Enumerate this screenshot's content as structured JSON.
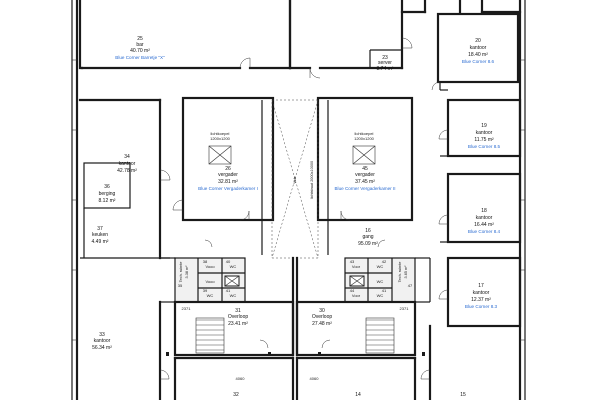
{
  "rooms": {
    "r25": {
      "num": "25",
      "name": "bar",
      "area": "40.70 m²",
      "label": "Blue Corner Barretje \"X\""
    },
    "r20": {
      "num": "20",
      "name": "kantoor",
      "area": "18.40 m²",
      "label": "Blue Corner 8.6"
    },
    "r23": {
      "num": "23",
      "name": "server",
      "area": "3.74 m²"
    },
    "r19": {
      "num": "19",
      "name": "kantoor",
      "area": "11.75 m²",
      "label": "Blue Corner 8.5"
    },
    "r34": {
      "num": "34",
      "name": "kantoor",
      "area": "42.78 m²"
    },
    "r26": {
      "num": "26",
      "name": "vergader",
      "area": "32.81 m²",
      "label": "Blue Corner Vergaderkamer I",
      "skylight": "lichtkoepel",
      "skylight_size": "1200x1200"
    },
    "r45": {
      "num": "45",
      "name": "vergader",
      "area": "37.45 m²",
      "label": "Blue Corner Vergaderkamer II",
      "skylight": "lichtkoepel",
      "skylight_size": "1200x1200"
    },
    "r36": {
      "num": "36",
      "name": "berging",
      "area": "8.12 m²"
    },
    "r18": {
      "num": "18",
      "name": "kantoor",
      "area": "16.44 m²",
      "label": "Blue Corner 8.4"
    },
    "r37": {
      "num": "37",
      "name": "keuken",
      "area": "4.49 m²"
    },
    "r16": {
      "num": "16",
      "name": "gang",
      "area": "95.09 m²"
    },
    "r17": {
      "num": "17",
      "name": "kantoor",
      "area": "12.37 m²",
      "label": "Blue Corner 8.3"
    },
    "r35": {
      "num": "35",
      "name": "Tech. ruimte",
      "area": "3.38 m²"
    },
    "r47": {
      "num": "47",
      "name": "Tech. ruimte",
      "area": "3.65 m²"
    },
    "r31": {
      "num": "31",
      "name": "Overloop",
      "area": "23.41 m²"
    },
    "r30": {
      "num": "30",
      "name": "Overloop",
      "area": "27.48 m²"
    },
    "r33": {
      "num": "33",
      "name": "kantoor",
      "area": "56.34 m²"
    },
    "r32": {
      "num": "32"
    },
    "r14": {
      "num": "14"
    },
    "r15": {
      "num": "15"
    }
  },
  "sanitary": {
    "left": [
      "Vooo",
      "WC",
      "WC",
      "Vooo",
      "WC"
    ],
    "right": [
      "Voor",
      "WC",
      "Voor",
      "WC",
      "WC"
    ],
    "left_nums": [
      "38",
      "40",
      "39",
      "41"
    ],
    "right_nums": [
      "43",
      "42",
      "44",
      "41"
    ]
  },
  "atrium_label": "Vide",
  "atrium_note": "lichtstraat 2000x10000",
  "stair_tags": [
    "2371",
    "2371"
  ],
  "door_tags": [
    "4060",
    "4060"
  ]
}
